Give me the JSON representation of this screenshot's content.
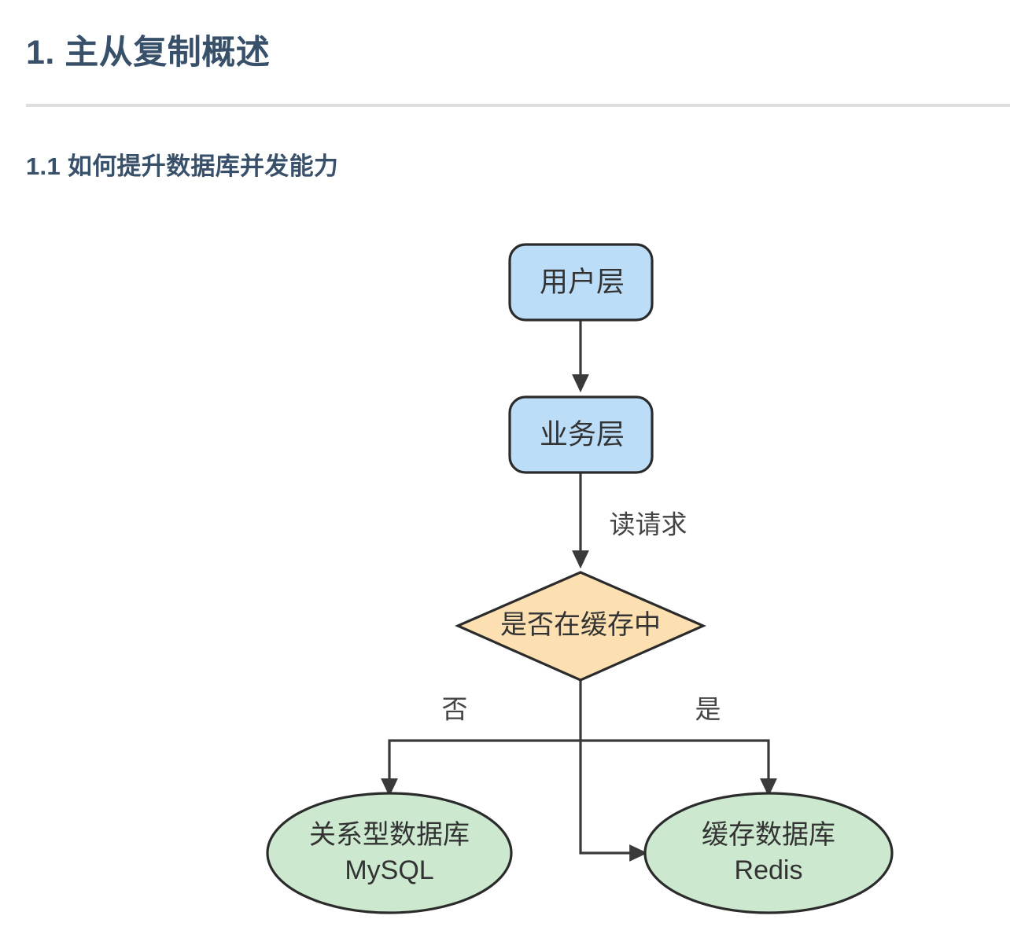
{
  "document": {
    "heading": "1. 主从复制概述",
    "subheading": "1.1 如何提升数据库并发能力"
  },
  "colors": {
    "heading": "#38506a",
    "rule": "#dfdfdf",
    "node_blue_fill": "#bcddf8",
    "node_orange_fill": "#fde0b2",
    "node_green_fill": "#cce8cf",
    "shape_stroke": "#2b2b2b",
    "edge_stroke": "#3a3a3a",
    "node_text": "#333333",
    "page_background": "#ffffff"
  },
  "diagram": {
    "type": "flowchart",
    "nodes": [
      {
        "id": "user-layer",
        "label": "用户层",
        "shape": "rounded-rect",
        "fill": "#bcddf8"
      },
      {
        "id": "business-layer",
        "label": "业务层",
        "shape": "rounded-rect",
        "fill": "#bcddf8"
      },
      {
        "id": "cache-decision",
        "label": "是否在缓存中",
        "shape": "diamond",
        "fill": "#fde0b2"
      },
      {
        "id": "mysql-db",
        "label_line1": "关系型数据库",
        "label_line2": "MySQL",
        "shape": "ellipse",
        "fill": "#cce8cf"
      },
      {
        "id": "redis-db",
        "label_line1": "缓存数据库",
        "label_line2": "Redis",
        "shape": "ellipse",
        "fill": "#cce8cf"
      }
    ],
    "edges": [
      {
        "id": "user-to-business",
        "from": "user-layer",
        "to": "business-layer",
        "label": ""
      },
      {
        "id": "business-to-decision",
        "from": "business-layer",
        "to": "cache-decision",
        "label": "读请求"
      },
      {
        "id": "decision-to-mysql",
        "from": "cache-decision",
        "to": "mysql-db",
        "label": "否"
      },
      {
        "id": "decision-to-redis",
        "from": "cache-decision",
        "to": "redis-db",
        "label": "是"
      },
      {
        "id": "decision-center-to-redis",
        "from": "cache-decision",
        "to": "redis-db",
        "label": ""
      }
    ]
  }
}
